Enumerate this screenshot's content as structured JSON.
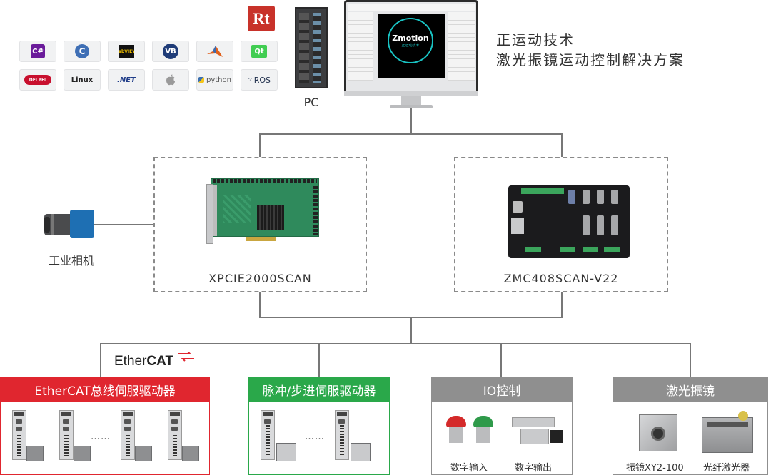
{
  "title": {
    "line1": "正运动技术",
    "line2": "激光振镜运动控制解决方案"
  },
  "software_icons": [
    {
      "label": "C#",
      "icon": "csharp-icon",
      "color": "#6a1b9a",
      "text_color": "#ffffff"
    },
    {
      "label": "C",
      "icon": "c-icon",
      "color": "#3f6fb5",
      "text_color": "#ffffff"
    },
    {
      "label": "LabVIEW",
      "icon": "labview-icon",
      "color": "#f2c200",
      "text_color": "#000000"
    },
    {
      "label": "VB",
      "icon": "vb-icon",
      "color": "#1f3c78",
      "text_color": "#ffffff"
    },
    {
      "label": "MATLAB",
      "icon": "matlab-icon",
      "color": "#e0601c",
      "text_color": "#ffffff"
    },
    {
      "label": "Qt",
      "icon": "qt-icon",
      "color": "#41cd52",
      "text_color": "#ffffff"
    },
    {
      "label": "DELPHI",
      "icon": "delphi-icon",
      "color": "#c8102e",
      "text_color": "#ffffff"
    },
    {
      "label": "Linux",
      "icon": "linux-icon",
      "color": "#f1f2f3",
      "text_color": "#222222"
    },
    {
      "label": ".NET",
      "icon": "dotnet-icon",
      "color": "#f1f2f3",
      "text_color": "#1f3c88"
    },
    {
      "label": "",
      "icon": "apple-icon",
      "color": "#f1f2f3",
      "text_color": "#9a9a9a"
    },
    {
      "label": "python",
      "icon": "python-icon",
      "color": "#f1f2f3",
      "text_color": "#555555"
    },
    {
      "label": "ROS",
      "icon": "ros-icon",
      "color": "#f1f2f3",
      "text_color": "#22314e"
    }
  ],
  "rt_logo": {
    "text": "Rt",
    "color": "#c8322a"
  },
  "pc": {
    "label": "PC"
  },
  "monitor": {
    "logo_text": "Zmotion",
    "logo_sub": "正运动技术"
  },
  "controllers": [
    {
      "name": "XPCIE2000SCAN"
    },
    {
      "name": "ZMC408SCAN-V22"
    }
  ],
  "camera": {
    "label": "工业相机"
  },
  "ethercat_logo": {
    "part1": "Ether",
    "part2": "CAT"
  },
  "categories": [
    {
      "title": "EtherCAT总线伺服驱动器",
      "color": "#e0262f",
      "dots": "……"
    },
    {
      "title": "脉冲/步进伺服驱动器",
      "color": "#2aa84a",
      "dots": "……"
    },
    {
      "title": "IO控制",
      "color": "#8f8f8f",
      "captions": [
        "数字输入",
        "数字输出"
      ]
    },
    {
      "title": "激光振镜",
      "color": "#8f8f8f",
      "captions": [
        "振镜XY2-100",
        "光纤激光器"
      ]
    }
  ]
}
